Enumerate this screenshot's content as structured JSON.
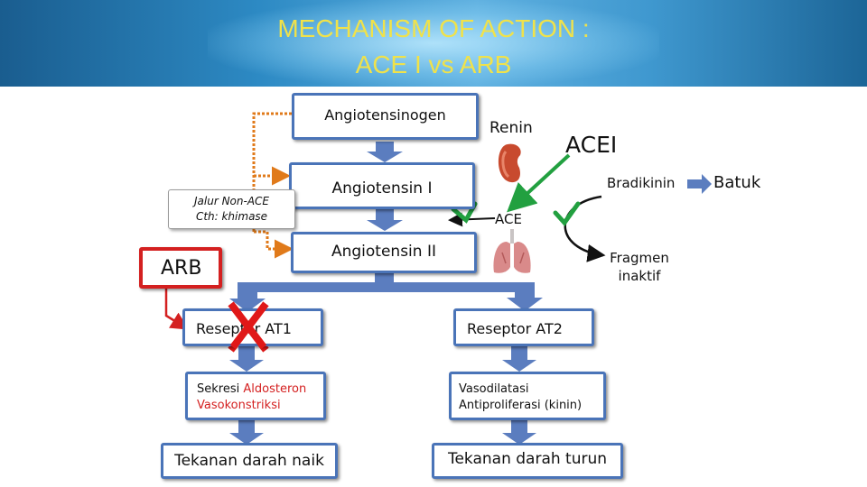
{
  "title": {
    "line1": "MECHANISM OF ACTION :",
    "line2": "ACE I vs ARB"
  },
  "nodes": {
    "angiotensinogen": "Angiotensinogen",
    "renin": "Renin",
    "acei": "ACEI",
    "angiotensin1": "Angiotensin I",
    "bradikinin": "Bradikinin",
    "batuk": "Batuk",
    "jalur_line1": "Jalur Non-ACE",
    "jalur_line2": "Cth: khimase",
    "ace": "ACE",
    "angiotensin2": "Angiotensin II",
    "fragmen_line1": "Fragmen",
    "fragmen_line2": "inaktif",
    "arb": "ARB",
    "at1": "Reseptor AT1",
    "at2": "Reseptor AT2",
    "sekresi_prefix": "Sekresi ",
    "sekresi_highlight": "Aldosteron",
    "vasokonstriksi": "Vasokonstriksi",
    "vasodilatasi": "Vasodilatasi",
    "antiproliferasi": "Antiproliferasi (kinin)",
    "td_naik": "Tekanan darah naik",
    "td_turun": "Tekanan darah turun"
  },
  "colors": {
    "title": "#f0e24a",
    "box_border": "#4a74b8",
    "arrow": "#5b7dbf",
    "dotted": "#e07a1a",
    "arb_red": "#d42020",
    "acei_green": "#22a040"
  },
  "icons": {
    "renin": "kidney-icon",
    "ace": "lungs-icon",
    "blocked": "red-x-icon"
  }
}
